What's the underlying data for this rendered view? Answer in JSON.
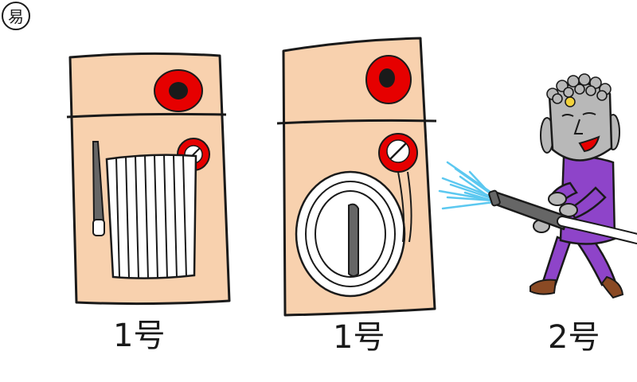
{
  "captions": {
    "hydrant_1": "1号",
    "hydrant_easy_1": "1号",
    "hydrant_2": "2号"
  },
  "badge": {
    "easy_mark": "易"
  },
  "colors": {
    "cabinet_fill": "#f8d1ae",
    "outline": "#1a1a1a",
    "indicator_red": "#e60000",
    "hose_gray": "#666666",
    "robe_purple": "#8e44c9",
    "skin_gray": "#b8b8b8",
    "water_blue": "#5cc8f0"
  },
  "icons": [
    "hydrant-cabinet-icon",
    "hose-reel-icon",
    "valve-icon",
    "buddha-statue-icon",
    "water-spray-icon"
  ]
}
